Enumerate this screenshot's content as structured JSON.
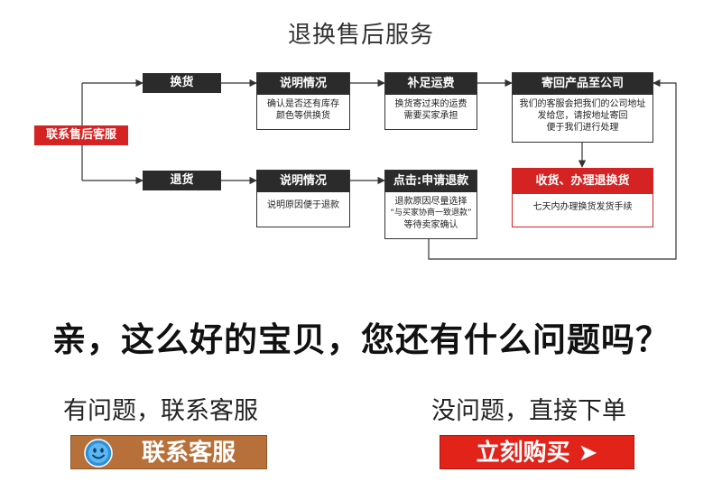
{
  "title": "退换售后服务",
  "start_label": "联系售后客服",
  "exchange": {
    "tag": "换货",
    "step1": {
      "title": "说明情况",
      "text": [
        "确认是否还有库存",
        "颜色等供换货"
      ]
    },
    "step2": {
      "title": "补足运费",
      "text": [
        "换货寄过来的运费",
        "需要买家承担"
      ]
    },
    "step3": {
      "title": "寄回产品至公司",
      "text": [
        "我们的客服会把我们的公司地址",
        "发给您，请按地址寄回",
        "便于我们进行处理"
      ]
    }
  },
  "refund": {
    "tag": "退货",
    "step1": {
      "title": "说明情况",
      "text": [
        "说明原因便于退款"
      ]
    },
    "step2": {
      "title": "点击:申请退款",
      "text": [
        "退款原因尽量选择",
        "“与买家协商一致退款”",
        "等待卖家确认"
      ]
    }
  },
  "final_step": {
    "title": "收货、办理退换货",
    "text": [
      "七天内办理换货发货手续"
    ]
  },
  "question": "亲，这么好的宝贝，您还有什么问题吗？",
  "left_prompt": "有问题，联系客服",
  "right_prompt": "没问题，直接下单",
  "contact_button": "联系客服",
  "buy_button": "立刻购买 ➤",
  "colors": {
    "red": "#d42322",
    "dark": "#2b2b2b",
    "orange": "#b8703a",
    "buy_red": "#e2231a"
  }
}
